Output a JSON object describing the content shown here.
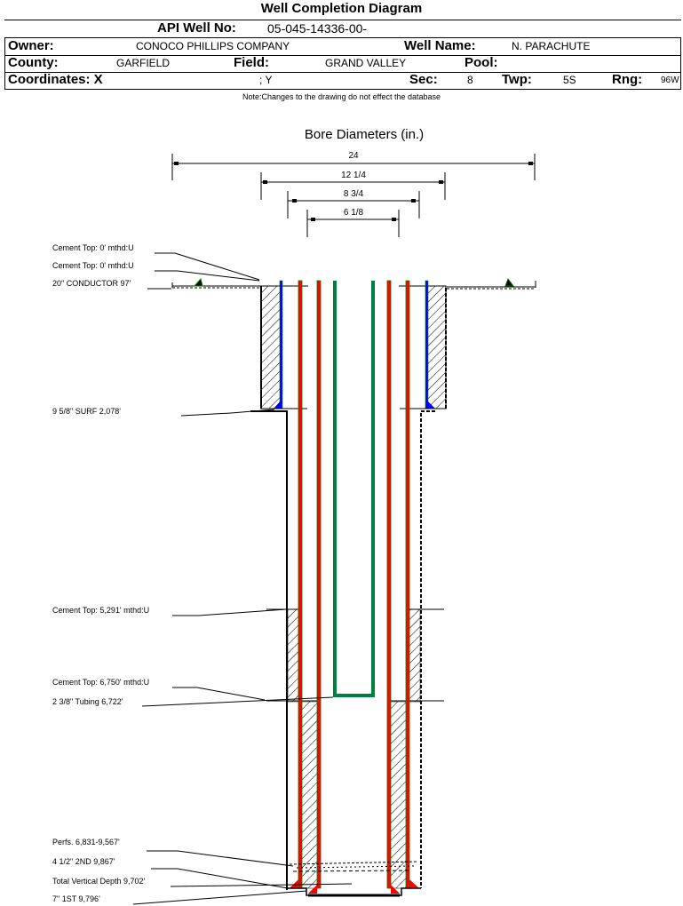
{
  "title": "Well Completion Diagram",
  "header": {
    "api_label": "API Well No:",
    "api_value": "05-045-14336-00-",
    "owner_label": "Owner:",
    "owner_value": "CONOCO PHILLIPS COMPANY",
    "well_name_label": "Well Name:",
    "well_name_value": "N. PARACHUTE",
    "county_label": "County:",
    "county_value": "GARFIELD",
    "field_label": "Field:",
    "field_value": "GRAND VALLEY",
    "pool_label": "Pool:",
    "pool_value": "",
    "coords_label": "Coordinates: X",
    "coords_y": "; Y",
    "sec_label": "Sec:",
    "sec_value": "8",
    "twp_label": "Twp:",
    "twp_value": "5S",
    "rng_label": "Rng:",
    "rng_value": "96W"
  },
  "note": "Note:Changes to the drawing do not effect the database",
  "diagram": {
    "bore_title": "Bore Diameters (in.)",
    "bore_diameters": [
      "24",
      "12 1/4",
      "8 3/4",
      "6 1/8"
    ],
    "annotations": [
      "Cement Top: 0' mthd:U",
      "Cement Top: 0' mthd:U",
      "20\" CONDUCTOR  97'",
      "9 5/8\" SURF       2,078'",
      "Cement Top: 5,291' mthd:U",
      "Cement Top: 6,750' mthd:U",
      "2 3/8\" Tubing 6,722'",
      "Perfs. 6,831-9,567'",
      "4 1/2\" 2ND       9,867'",
      "Total Vertical Depth 9,702'",
      "7\" 1ST       9,796'"
    ],
    "colors": {
      "casing_core": "#ff0000",
      "casing_edge": "#008000",
      "tubing": "#008040",
      "surface_casing": "#0000ff",
      "cement_shoe": "#ff0000",
      "surface_shoe": "#0000ff"
    }
  }
}
